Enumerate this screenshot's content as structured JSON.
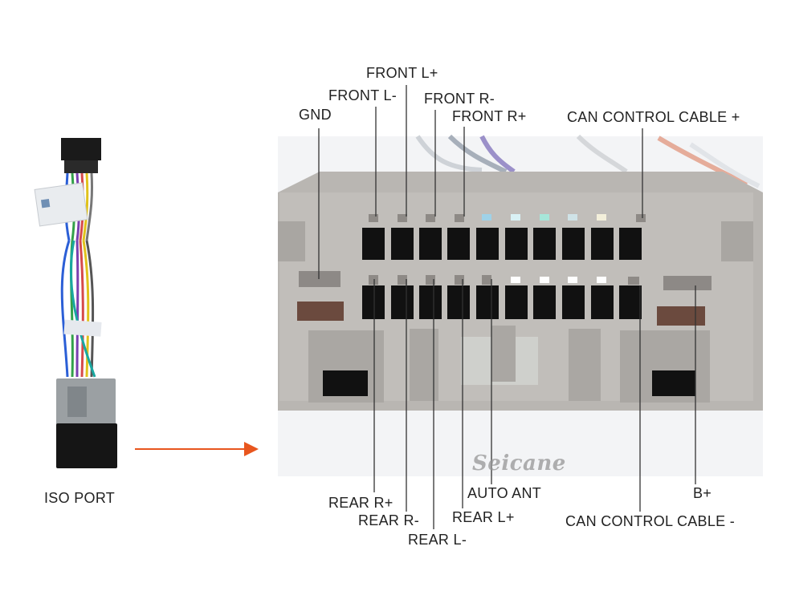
{
  "left_caption": "ISO PORT",
  "watermark": "Seicane",
  "top_labels": {
    "gnd": "GND",
    "front_l_minus": "FRONT L-",
    "front_l_plus": "FRONT L+",
    "front_r_minus": "FRONT R-",
    "front_r_plus": "FRONT R+",
    "can_plus": "CAN CONTROL CABLE +"
  },
  "bottom_labels": {
    "rear_r_plus": "REAR R+",
    "rear_r_minus": "REAR R-",
    "rear_l_minus": "REAR L-",
    "rear_l_plus": "REAR L+",
    "auto_ant": "AUTO ANT",
    "b_plus": "B+",
    "can_minus": "CAN CONTROL CABLE -"
  },
  "colors": {
    "arrow": "#e8561e",
    "connector_body": "#b9b6b2",
    "pin_hole": "#111111",
    "leader_line": "#333333"
  }
}
